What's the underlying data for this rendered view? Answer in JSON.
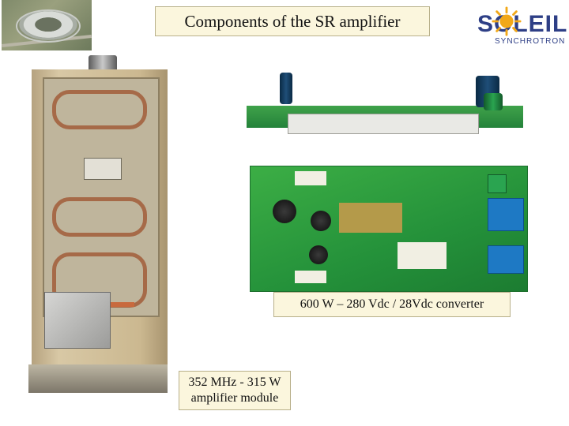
{
  "title": "Components of the SR amplifier",
  "logo": {
    "word": "SOLEIL",
    "sub": "SYNCHROTRON"
  },
  "captions": {
    "converter": "600 W – 280 Vdc / 28Vdc converter",
    "amplifier_line1": "352 MHz - 315 W",
    "amplifier_line2": "amplifier module"
  },
  "colors": {
    "caption_bg": "#fbf6dd",
    "logo_blue": "#2e3f86",
    "logo_sun": "#f2a818",
    "pcb_green": "#2ea040"
  }
}
